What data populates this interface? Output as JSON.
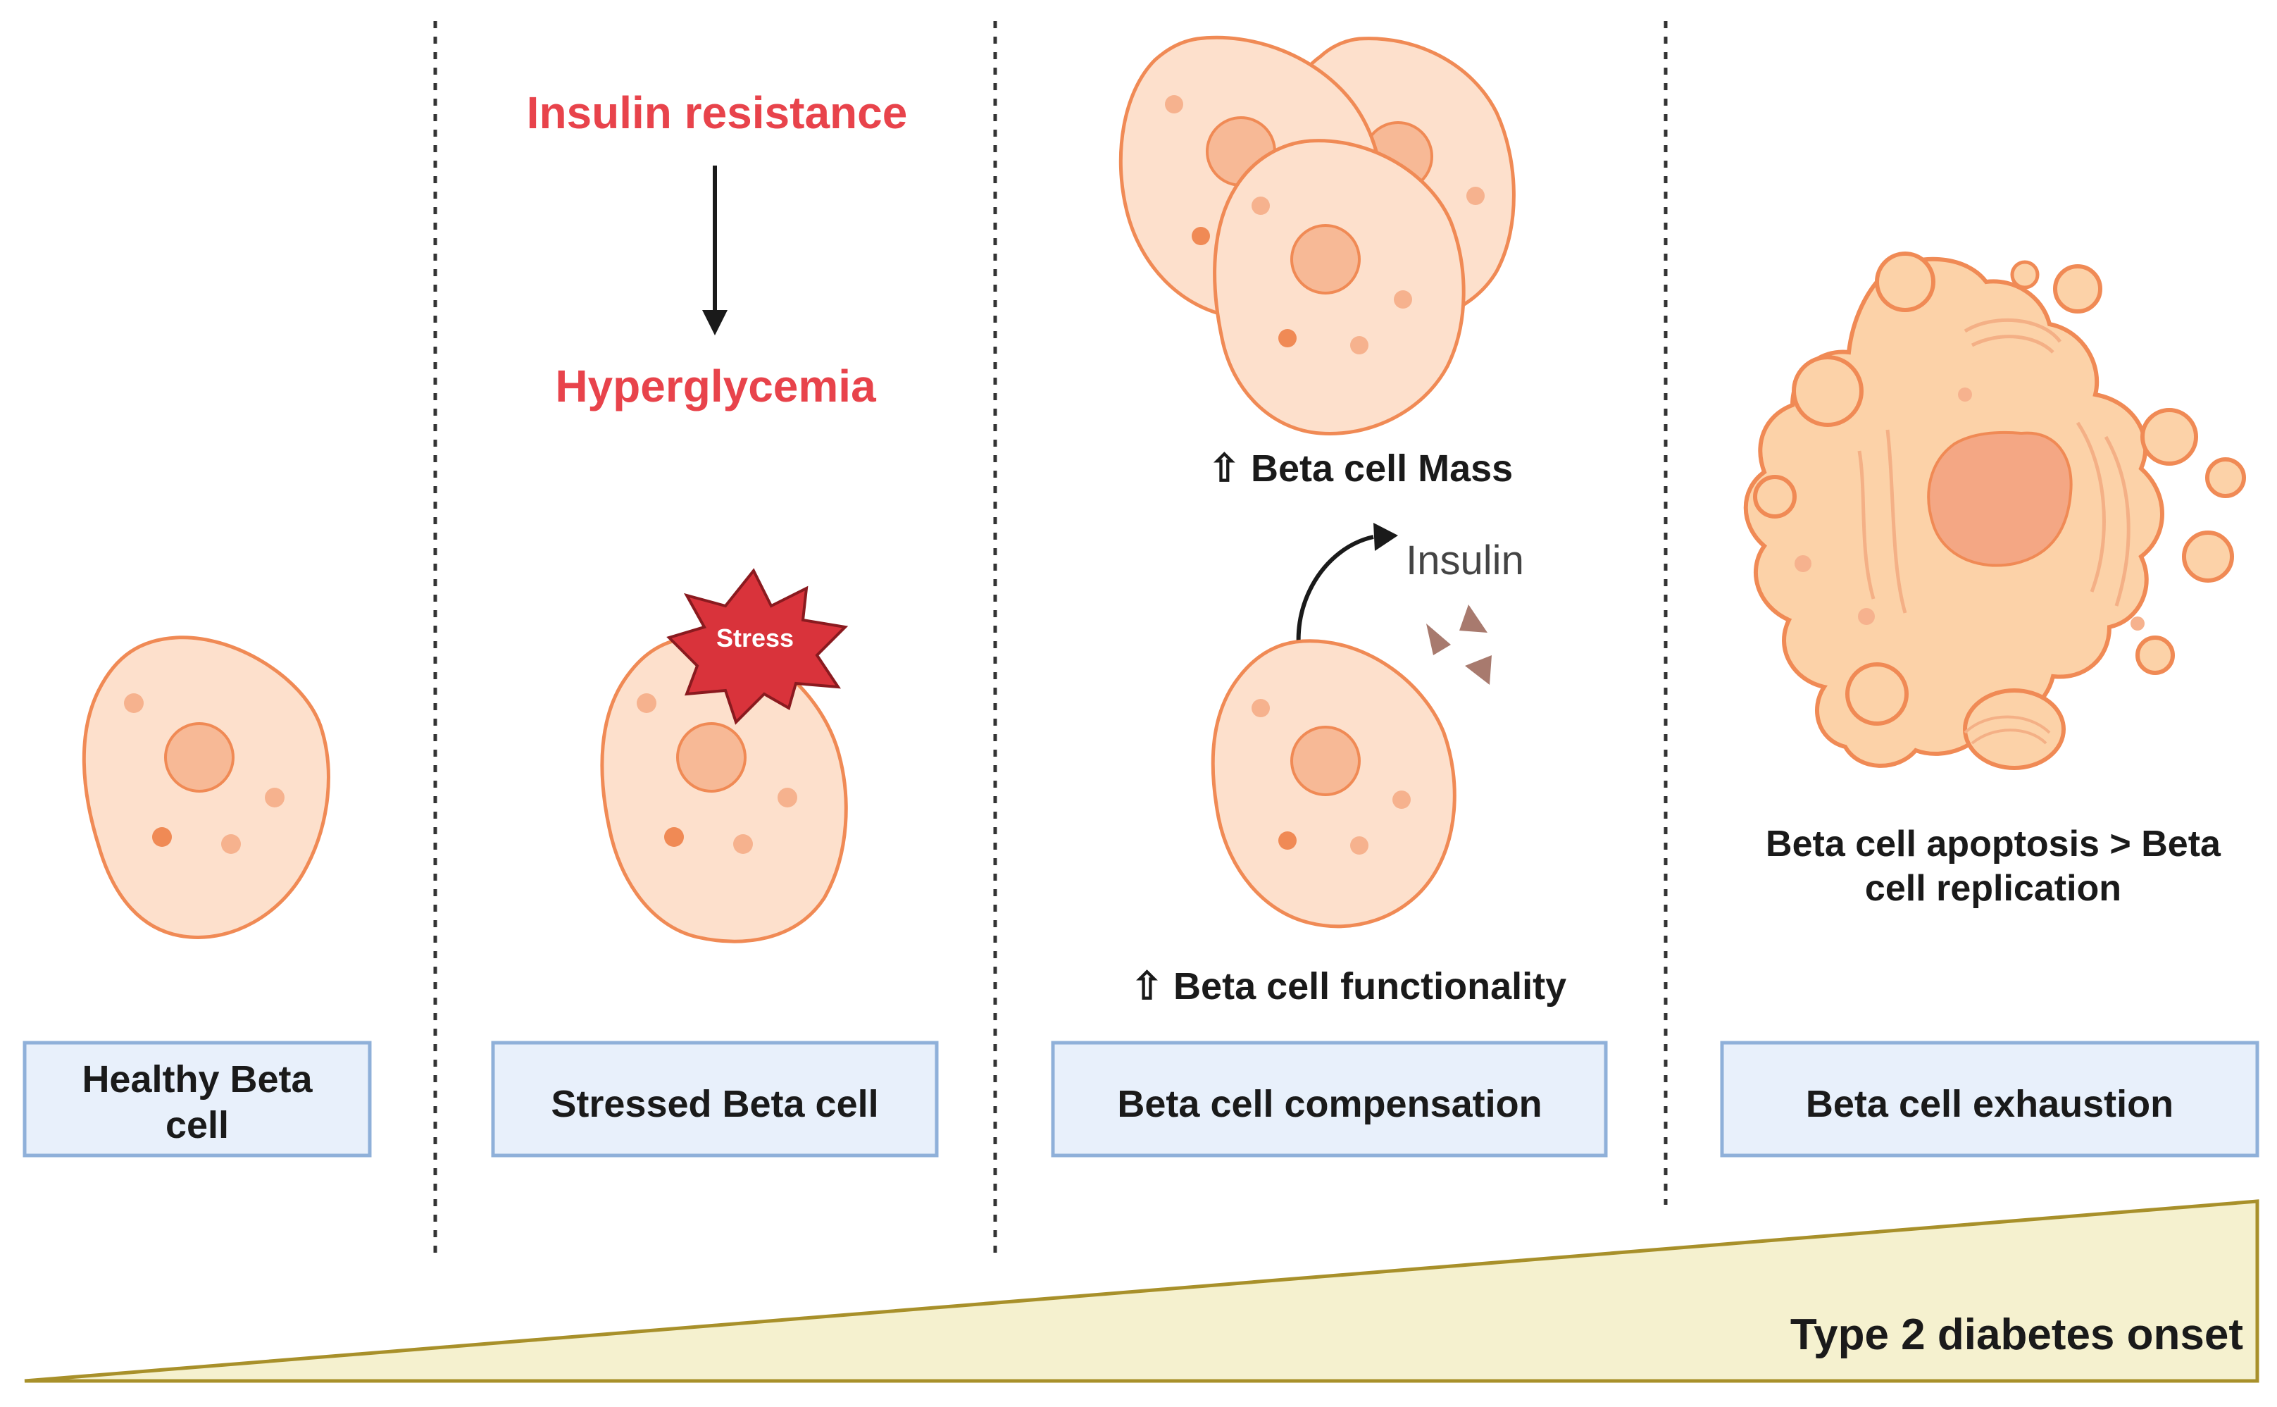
{
  "stages": [
    {
      "label_line1": "Healthy Beta",
      "label_line2": "cell"
    },
    {
      "label": "Stressed Beta cell"
    },
    {
      "label": "Beta cell compensation"
    },
    {
      "label": "Beta cell exhaustion"
    }
  ],
  "stress_panel": {
    "cause": "Insulin resistance",
    "effect": "Hyperglycemia",
    "burst_label": "Stress"
  },
  "compensation_panel": {
    "mass_label": "⇧ Beta cell Mass",
    "insulin_label": "Insulin",
    "functionality_label": "⇧ Beta cell functionality"
  },
  "exhaustion_panel": {
    "caption_line1": "Beta cell apoptosis > Beta",
    "caption_line2": "cell replication"
  },
  "onset_wedge": {
    "label": "Type 2 diabetes onset"
  },
  "colors": {
    "cell_fill": "#fde0cc",
    "cell_outline": "#f08a55",
    "highlight_red": "#e8434b",
    "label_box": "#e8f0fb",
    "wedge_fill": "#f5f1cf",
    "wedge_outline": "#a8902a"
  }
}
